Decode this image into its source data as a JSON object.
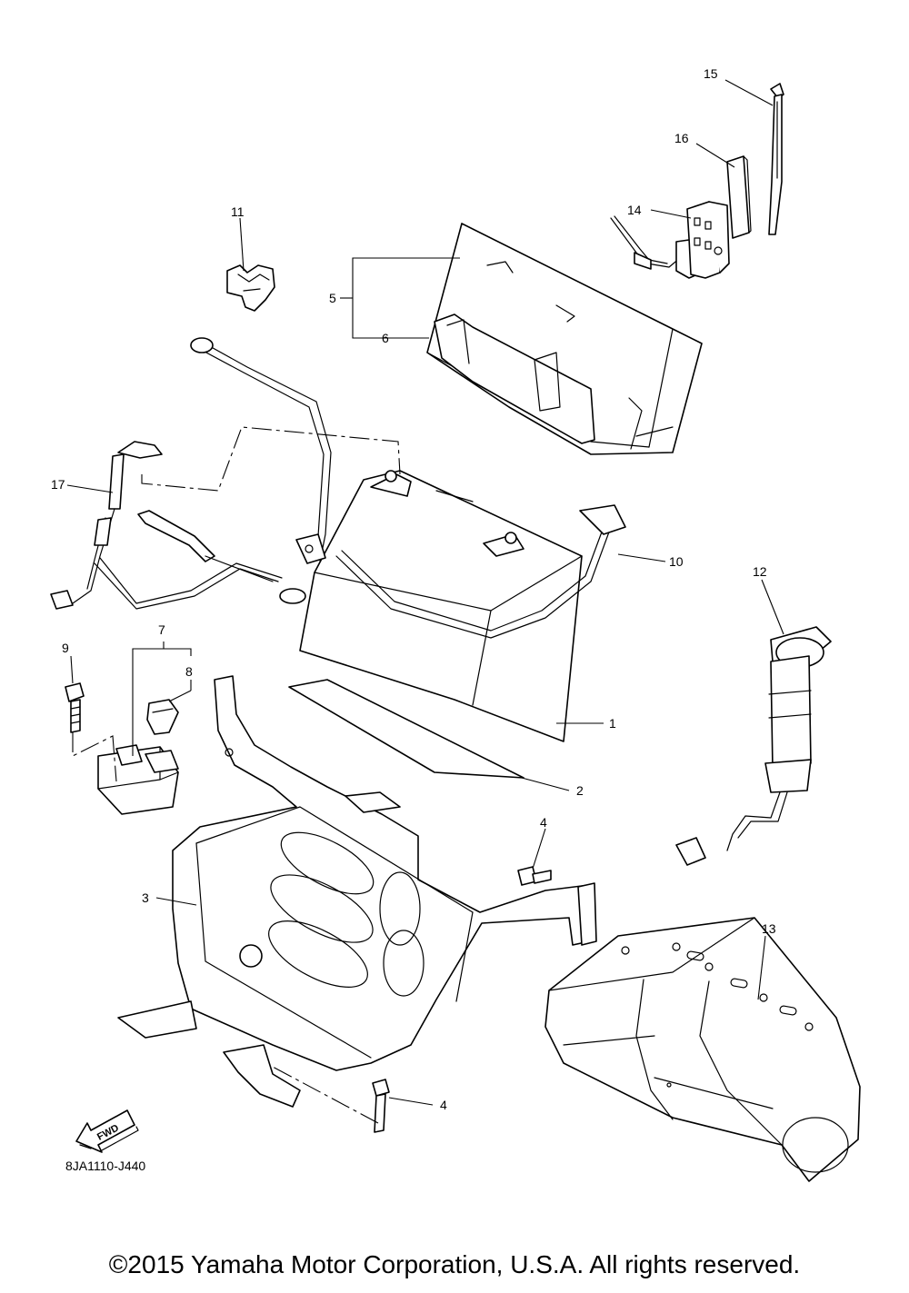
{
  "diagram_code": "8JA1110-J440",
  "fwd_label": "FWD",
  "copyright": "©2015 Yamaha Motor Corporation, U.S.A. All rights reserved.",
  "callouts": {
    "c1": "1",
    "c2": "2",
    "c3": "3",
    "c4a": "4",
    "c4b": "4",
    "c5": "5",
    "c6": "6",
    "c7": "7",
    "c8": "8",
    "c9": "9",
    "c10": "10",
    "c11": "11",
    "c12": "12",
    "c13": "13",
    "c14": "14",
    "c15": "15",
    "c16": "16",
    "c17": "17"
  }
}
